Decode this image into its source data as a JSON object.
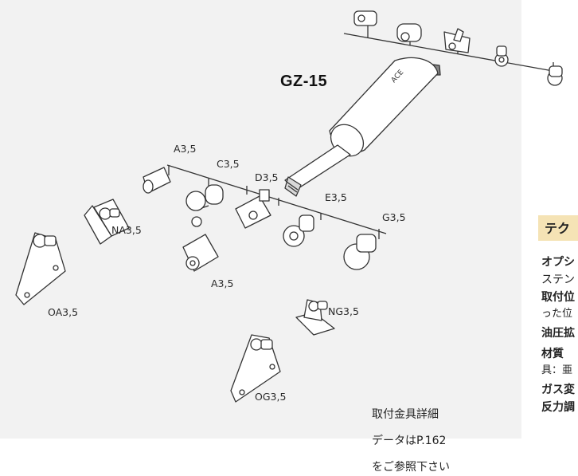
{
  "product": {
    "model": "GZ-15"
  },
  "fittings": {
    "labels": [
      {
        "id": "A35-top",
        "text": "A3,5"
      },
      {
        "id": "C35",
        "text": "C3,5"
      },
      {
        "id": "D35",
        "text": "D3,5"
      },
      {
        "id": "E35",
        "text": "E3,5"
      },
      {
        "id": "G35",
        "text": "G3,5"
      },
      {
        "id": "NA35",
        "text": "NA3,5"
      },
      {
        "id": "A35-lower",
        "text": "A3,5"
      },
      {
        "id": "OA35",
        "text": "OA3,5"
      },
      {
        "id": "NG35",
        "text": "NG3,5"
      },
      {
        "id": "OG35",
        "text": "OG3,5"
      }
    ]
  },
  "caption": {
    "lines": [
      "取付金具詳細",
      "データはP.162",
      "をご参照下さい"
    ]
  },
  "tech_panel": {
    "header": "テク",
    "rows": [
      {
        "text": "オプシ",
        "bold": true
      },
      {
        "text": "ステン",
        "bold": false
      },
      {
        "text": "取付位",
        "bold": true
      },
      {
        "text": "った位",
        "bold": false
      },
      {
        "text": "油圧拡",
        "bold": true
      },
      {
        "text": "材質",
        "bold": true
      },
      {
        "text": "具：亜",
        "bold": false
      },
      {
        "text": "ガス変",
        "bold": true
      },
      {
        "text": "反力調",
        "bold": true
      }
    ]
  },
  "colors": {
    "illustration_bg": "#f2f2f2",
    "tech_header_bg": "#f5e3b5",
    "line": "#333333"
  }
}
